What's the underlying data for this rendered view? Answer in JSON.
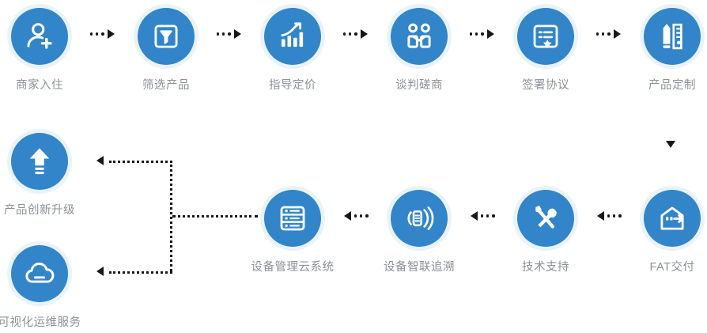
{
  "diagram": {
    "title": "",
    "accent_color": "#3285c8",
    "label_color": "#8c9197",
    "connector_color": "#17181a",
    "background": "#ffffff",
    "row1": [
      {
        "id": "merchant-onboarding",
        "label": "商家入住",
        "icon": "user-add-icon"
      },
      {
        "id": "product-screening",
        "label": "筛选产品",
        "icon": "filter-icon"
      },
      {
        "id": "guidance-pricing",
        "label": "指导定价",
        "icon": "bar-chart-trend-icon"
      },
      {
        "id": "negotiation",
        "label": "谈判磋商",
        "icon": "two-people-icon"
      },
      {
        "id": "sign-agreement",
        "label": "签署协议",
        "icon": "document-star-icon"
      },
      {
        "id": "product-customization",
        "label": "产品定制",
        "icon": "pencil-ruler-icon"
      }
    ],
    "row2": [
      {
        "id": "device-cloud-system",
        "label": "设备管理云系统",
        "icon": "server-list-icon"
      },
      {
        "id": "device-iot-tracing",
        "label": "设备智联追溯",
        "icon": "device-signal-icon"
      },
      {
        "id": "technical-support",
        "label": "技术支持",
        "icon": "tools-icon"
      },
      {
        "id": "fat-delivery",
        "label": "FAT交付",
        "icon": "warehouse-out-icon"
      }
    ],
    "row3": [
      {
        "id": "product-innovation",
        "label": "产品创新升级",
        "icon": "upload-arrow-icon"
      },
      {
        "id": "visual-ops-service",
        "label": "可视化运维服务",
        "icon": "cloud-icon"
      }
    ],
    "connectors": [
      {
        "id": "c1",
        "from": "merchant-onboarding",
        "to": "product-screening",
        "direction": "right"
      },
      {
        "id": "c2",
        "from": "product-screening",
        "to": "guidance-pricing",
        "direction": "right"
      },
      {
        "id": "c3",
        "from": "guidance-pricing",
        "to": "negotiation",
        "direction": "right"
      },
      {
        "id": "c4",
        "from": "negotiation",
        "to": "sign-agreement",
        "direction": "right"
      },
      {
        "id": "c5",
        "from": "sign-agreement",
        "to": "product-customization",
        "direction": "right"
      },
      {
        "id": "c6",
        "from": "product-customization",
        "to": "fat-delivery",
        "direction": "down"
      },
      {
        "id": "c7",
        "from": "fat-delivery",
        "to": "technical-support",
        "direction": "left"
      },
      {
        "id": "c8",
        "from": "technical-support",
        "to": "device-iot-tracing",
        "direction": "left"
      },
      {
        "id": "c9",
        "from": "device-iot-tracing",
        "to": "device-cloud-system",
        "direction": "left"
      },
      {
        "id": "c10",
        "from": "device-cloud-system",
        "to": "product-innovation",
        "direction": "left"
      },
      {
        "id": "c11",
        "from": "device-cloud-system",
        "to": "visual-ops-service",
        "direction": "left"
      }
    ]
  }
}
